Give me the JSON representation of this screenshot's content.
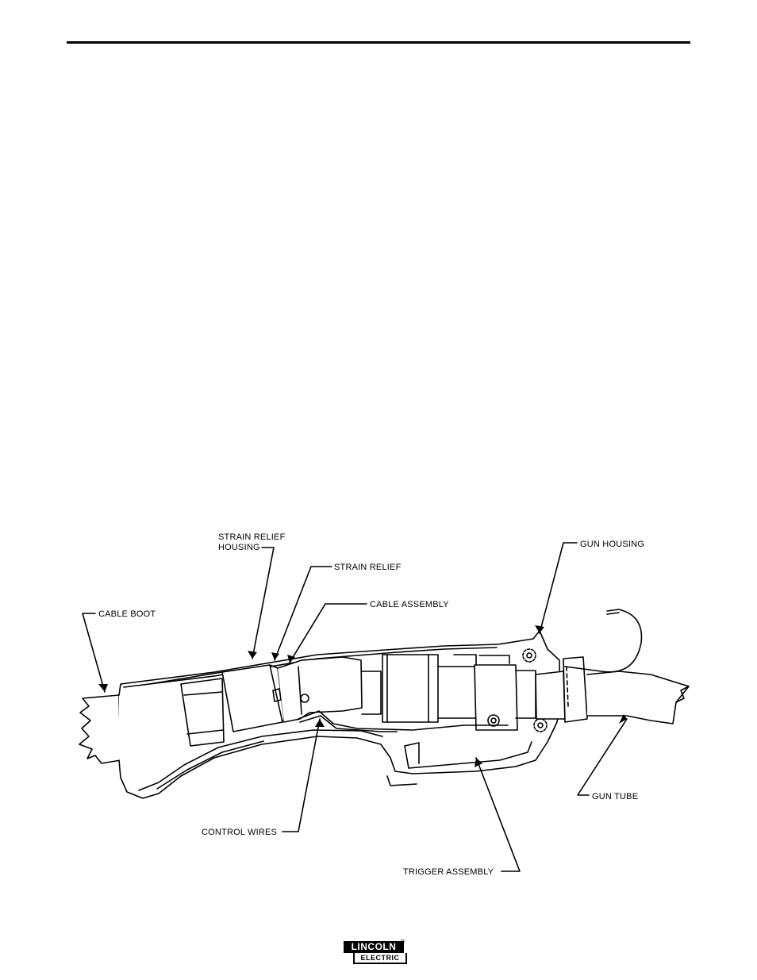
{
  "figure": {
    "labels": {
      "strain_relief_housing_line1": "STRAIN RELIEF",
      "strain_relief_housing_line2": "HOUSING",
      "strain_relief": "STRAIN RELIEF",
      "cable_assembly": "CABLE ASSEMBLY",
      "cable_boot": "CABLE BOOT",
      "gun_housing": "GUN HOUSING",
      "gun_tube": "GUN TUBE",
      "control_wires": "CONTROL WIRES",
      "trigger_assembly": "TRIGGER ASSEMBLY"
    }
  },
  "footer": {
    "logo_top": "LINCOLN",
    "logo_bottom": "ELECTRIC",
    "logo_mark": "®"
  }
}
